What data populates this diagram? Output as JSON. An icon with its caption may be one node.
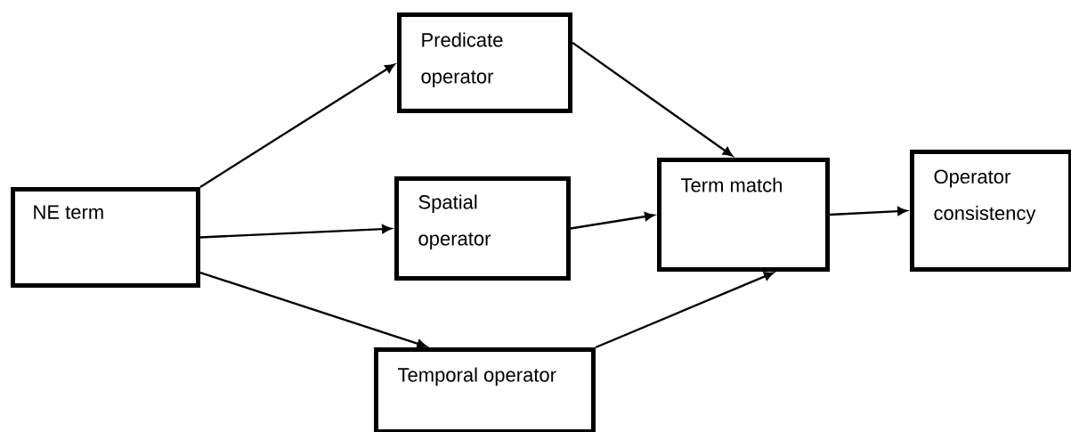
{
  "diagram": {
    "nodes": [
      {
        "text": [
          "NE term"
        ]
      },
      {
        "text": [
          "Predicate operator"
        ]
      },
      {
        "text": [
          "Spatial operator"
        ]
      },
      {
        "text": [
          "Temporal operator"
        ]
      },
      {
        "text": [
          "Term match"
        ]
      },
      {
        "text": [
          "Operator consistency"
        ]
      }
    ],
    "edges": [
      {
        "from": 0,
        "to": 1,
        "arrow": "to"
      },
      {
        "from": 0,
        "to": 2,
        "arrow": "to"
      },
      {
        "from": 0,
        "to": 3,
        "arrow": "to"
      },
      {
        "from": 1,
        "to": 4,
        "arrow": "to"
      },
      {
        "from": 2,
        "to": 4,
        "arrow": "to"
      },
      {
        "from": 3,
        "to": 4,
        "arrow": "to"
      },
      {
        "from": 4,
        "to": 5,
        "arrow": "to"
      }
    ]
  }
}
